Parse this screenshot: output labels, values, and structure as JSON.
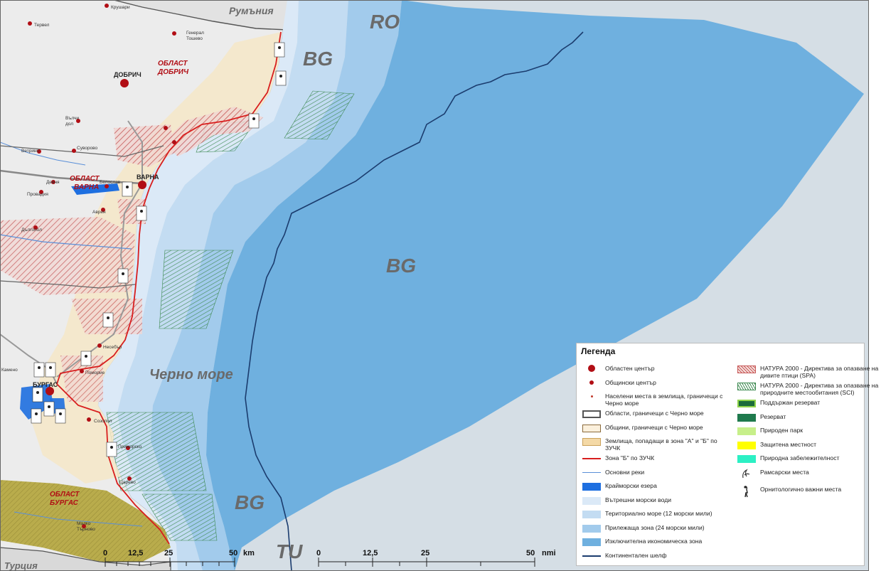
{
  "map": {
    "labels": {
      "romania": "Румъния",
      "turkey": "Турция",
      "sea": "Черно море",
      "code_ro": "RO",
      "code_tu": "TU",
      "bg_north": "BG",
      "bg_center": "BG",
      "bg_south": "BG",
      "region_dobrich_1": "ОБЛАСТ",
      "region_dobrich_2": "ДОБРИЧ",
      "region_varna_1": "ОБЛАСТ",
      "region_varna_2": "ВАРНА",
      "region_burgas_1": "ОБЛАСТ",
      "region_burgas_2": "БУРГАС",
      "city_dobrich": "ДОБРИЧ",
      "city_varna": "ВАРНА",
      "city_burgas": "БУРГАС",
      "town_krushari": "Крушари",
      "town_tervel": "Тервел",
      "town_general_toshevo_1": "Генерал",
      "town_general_toshevo_2": "Тошево",
      "town_valchi_dol_1": "Вълчи",
      "town_valchi_dol_2": "дол",
      "town_suvorovo": "Суворово",
      "town_vetrino": "Ветрино",
      "town_devnya": "Девня",
      "town_provadia": "Провадия",
      "town_beloslav": "Белослав",
      "town_avren": "Аврен",
      "town_dalgopol": "Дългопол",
      "town_nesebar": "Несебър",
      "town_pomorie": "Поморие",
      "town_sozopol": "Созопол",
      "town_primorsko": "Приморско",
      "town_tsarevo": "Царево",
      "town_malko_tarnovo_1": "Малко",
      "town_malko_tarnovo_2": "Търново",
      "town_kamchia": "Камено"
    },
    "scale_km": {
      "ticks": [
        "0",
        "12,5",
        "25",
        "50"
      ],
      "unit": "km"
    },
    "scale_nmi": {
      "ticks": [
        "0",
        "12,5",
        "25",
        "50"
      ],
      "unit": "nmi"
    }
  },
  "legend": {
    "title": "Легенда",
    "left": [
      {
        "label": "Областен център"
      },
      {
        "label": "Общински център"
      },
      {
        "label": "Населени места в землища, граничещи с Черно море"
      },
      {
        "label": "Области, граничещи с Черно море"
      },
      {
        "label": "Общини, граничещи с Черно море"
      },
      {
        "label": "Землища, попадащи в зона \"А\" и \"Б\" по ЗУЧК"
      },
      {
        "label": "Зона \"Б\" по ЗУЧК"
      },
      {
        "label": "Основни реки"
      },
      {
        "label": "Крайморски езера"
      },
      {
        "label": "Вътрешни морски води"
      },
      {
        "label": "Териториално море (12 морски мили)"
      },
      {
        "label": "Прилежаща зона (24 морски мили)"
      },
      {
        "label": "Изключителна икономическа зона"
      },
      {
        "label": "Континентален шелф"
      }
    ],
    "right": [
      {
        "label": "НАТУРА 2000 - Директива за опазване на дивите птици (SPA)"
      },
      {
        "label": "НАТУРА 2000 - Директива за опазване на природните местообитания (SCI)"
      },
      {
        "label": "Поддържан резерват"
      },
      {
        "label": "Резерват"
      },
      {
        "label": "Природен парк"
      },
      {
        "label": "Защитена местност"
      },
      {
        "label": "Природна забележителност"
      },
      {
        "label": "Рамсарски места"
      },
      {
        "label": "Орнитологично важни места"
      }
    ]
  },
  "colors": {
    "land": "#ececec",
    "outside_sea": "#d5dee5",
    "inner_waters": "#dbe9f7",
    "territorial_sea": "#c3dcf2",
    "contiguous_zone": "#a2cbec",
    "eez": "#6fb0df",
    "shelf_line": "#1b3c6e",
    "natura_spa": "#c85a5a",
    "natura_sci": "#3e8a52",
    "zone_b": "#d81e1e",
    "maintained_reserve": "#1a6b3a",
    "reserve": "#1f7a4d",
    "nature_park": "#c7ef8a",
    "protected_area": "#ffff00",
    "natural_landmark": "#2cf0c4",
    "lakes": "#1e6fe0",
    "burgas_olive": "#b3a53a"
  }
}
